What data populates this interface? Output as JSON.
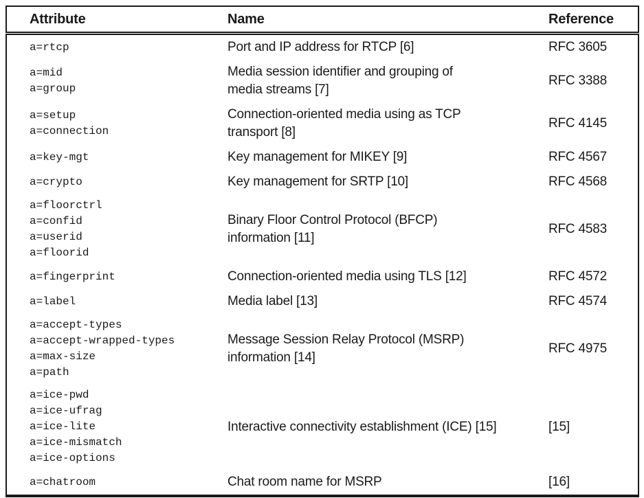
{
  "table": {
    "headers": [
      "Attribute",
      "Name",
      "Reference"
    ],
    "rows": [
      {
        "attributes": [
          "a=rtcp"
        ],
        "name_lines": [
          "Port and IP address for RTCP [6]"
        ],
        "reference": "RFC 3605"
      },
      {
        "attributes": [
          "a=mid",
          "a=group"
        ],
        "name_lines": [
          "Media session identifier and grouping of",
          "media streams [7]"
        ],
        "reference": "RFC 3388"
      },
      {
        "attributes": [
          "a=setup",
          "a=connection"
        ],
        "name_lines": [
          "Connection-oriented media using as TCP",
          "transport [8]"
        ],
        "reference": "RFC 4145"
      },
      {
        "attributes": [
          "a=key-mgt"
        ],
        "name_lines": [
          "Key management for MIKEY [9]"
        ],
        "reference": "RFC 4567"
      },
      {
        "attributes": [
          "a=crypto"
        ],
        "name_lines": [
          "Key management for SRTP [10]"
        ],
        "reference": "RFC 4568"
      },
      {
        "attributes": [
          "a=floorctrl",
          "a=confid",
          "a=userid",
          "a=floorid"
        ],
        "name_lines": [
          "Binary Floor Control Protocol (BFCP)",
          "information [11]"
        ],
        "reference": "RFC 4583"
      },
      {
        "attributes": [
          "a=fingerprint"
        ],
        "name_lines": [
          "Connection-oriented media using TLS [12]"
        ],
        "reference": "RFC 4572"
      },
      {
        "attributes": [
          "a=label"
        ],
        "name_lines": [
          "Media label [13]"
        ],
        "reference": "RFC 4574"
      },
      {
        "attributes": [
          "a=accept-types",
          "a=accept-wrapped-types",
          "a=max-size",
          "a=path"
        ],
        "name_lines": [
          "Message Session Relay Protocol (MSRP)",
          "information [14]"
        ],
        "reference": "RFC 4975"
      },
      {
        "attributes": [
          "a=ice-pwd",
          "a=ice-ufrag",
          "a=ice-lite",
          "a=ice-mismatch",
          "a=ice-options"
        ],
        "name_lines": [
          "Interactive connectivity establishment (ICE) [15]"
        ],
        "reference": "[15]"
      },
      {
        "attributes": [
          "a=chatroom"
        ],
        "name_lines": [
          "Chat room name for MSRP"
        ],
        "reference": "[16]"
      }
    ],
    "colors": {
      "border": "#1a1a1a",
      "text": "#1a1a1a",
      "background": "#ffffff"
    }
  }
}
